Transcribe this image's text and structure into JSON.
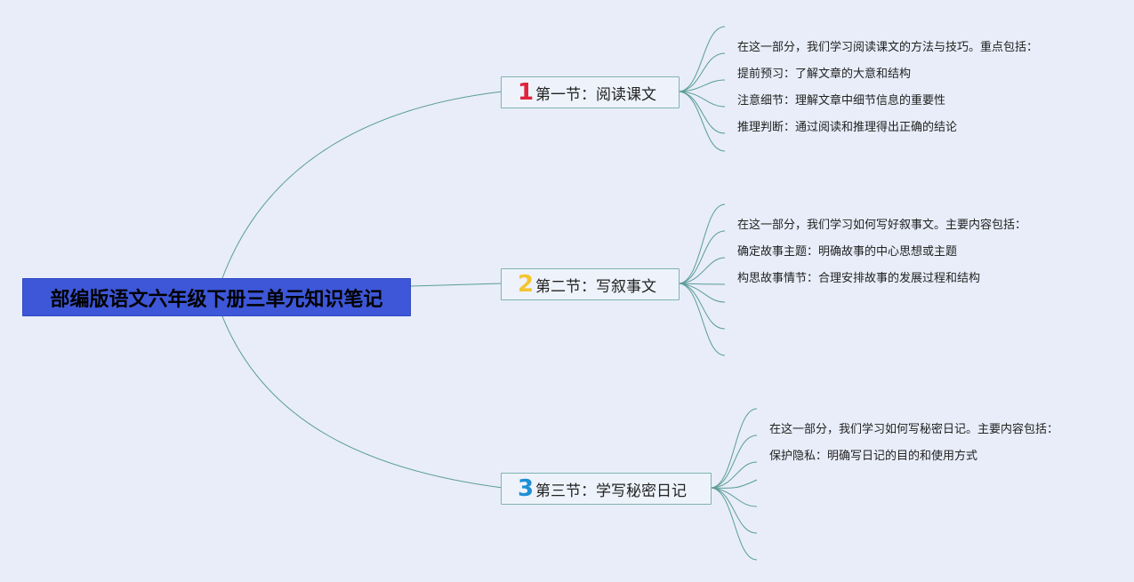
{
  "root": {
    "title": "部编版语文六年级下册三单元知识笔记"
  },
  "sections": [
    {
      "number": "1",
      "number_color": "#e0233c",
      "title": "第一节：阅读课文",
      "items": [
        "在这一部分，我们学习阅读课文的方法与技巧。重点包括：",
        "提前预习：了解文章的大意和结构",
        "注意细节：理解文章中细节信息的重要性",
        "推理判断：通过阅读和推理得出正确的结论"
      ]
    },
    {
      "number": "2",
      "number_color": "#f3c531",
      "title": "第二节：写叙事文",
      "items": [
        "在这一部分，我们学习如何写好叙事文。主要内容包括：",
        "确定故事主题：明确故事的中心思想或主题",
        "构思故事情节：合理安排故事的发展过程和结构"
      ]
    },
    {
      "number": "3",
      "number_color": "#1e8fd6",
      "title": "第三节：学写秘密日记",
      "items": [
        "在这一部分，我们学习如何写秘密日记。主要内容包括：",
        "保护隐私：明确写日记的目的和使用方式"
      ]
    }
  ],
  "colors": {
    "background": "#e8edf9",
    "root_fill": "#3d57d8",
    "line": "#5a9c98"
  }
}
